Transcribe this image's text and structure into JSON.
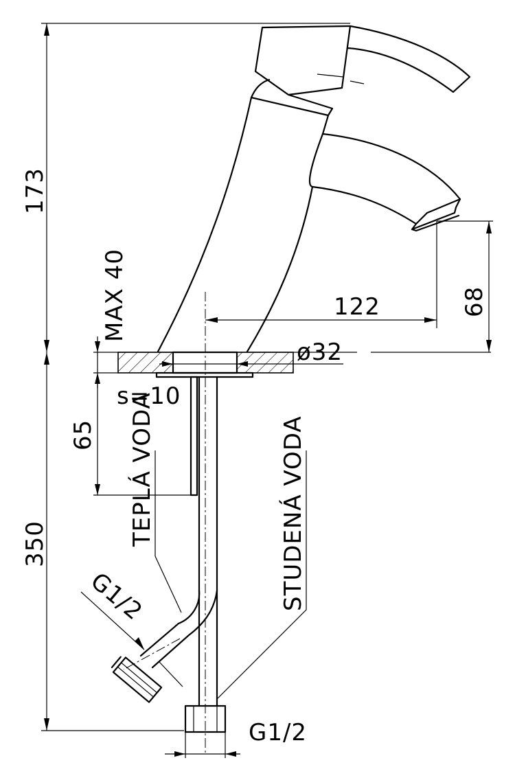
{
  "dimensions": {
    "height_top": "173",
    "height_bottom": "350",
    "max_deck": "MAX 40",
    "reach": "122",
    "spout_height": "68",
    "diameter": "ø32",
    "insertion": "65",
    "washer": "s=10",
    "thread_left": "G1/2",
    "thread_right": "G1/2"
  },
  "labels": {
    "hot_water": "TEPLÁ VODA",
    "cold_water": "STUDENÁ VODA"
  }
}
